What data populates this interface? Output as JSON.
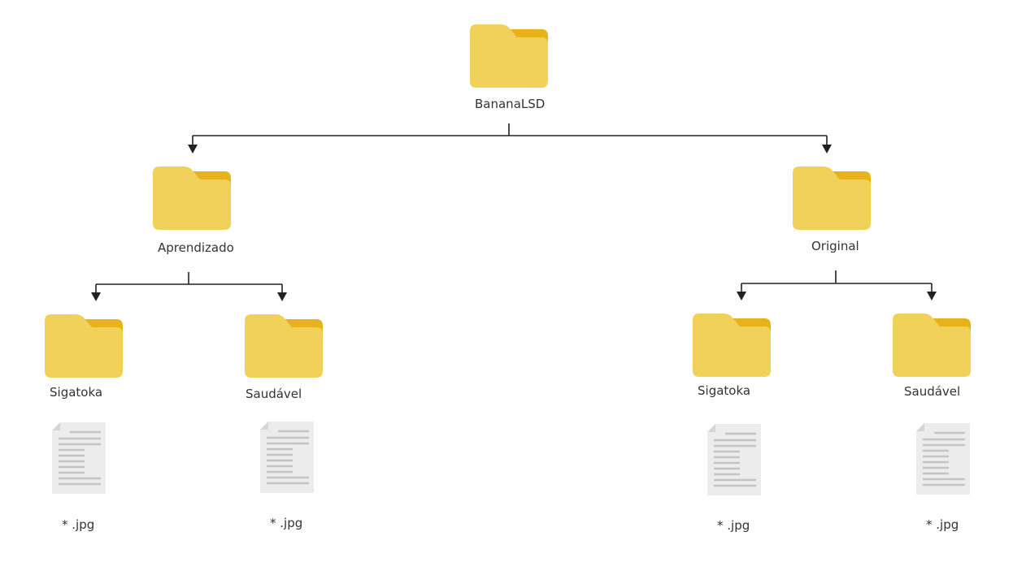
{
  "root": {
    "label": "BananaLSD",
    "icon": "folder-icon"
  },
  "branches": [
    {
      "label": "Aprendizado",
      "icon": "folder-icon",
      "children": [
        {
          "label": "Sigatoka",
          "icon": "folder-icon",
          "file": {
            "label": "* .jpg",
            "icon": "document-icon"
          }
        },
        {
          "label": "Saudável",
          "icon": "folder-icon",
          "file": {
            "label": "* .jpg",
            "icon": "document-icon"
          }
        }
      ]
    },
    {
      "label": "Original",
      "icon": "folder-icon",
      "children": [
        {
          "label": "Sigatoka",
          "icon": "folder-icon",
          "file": {
            "label": "* .jpg",
            "icon": "document-icon"
          }
        },
        {
          "label": "Saudável",
          "icon": "folder-icon",
          "file": {
            "label": "* .jpg",
            "icon": "document-icon"
          }
        }
      ]
    }
  ],
  "colors": {
    "folder_body": "#f2d15a",
    "folder_tab": "#e7b21a",
    "connector": "#222222",
    "document": "#ececec",
    "document_lines": "#c4c4c4"
  }
}
